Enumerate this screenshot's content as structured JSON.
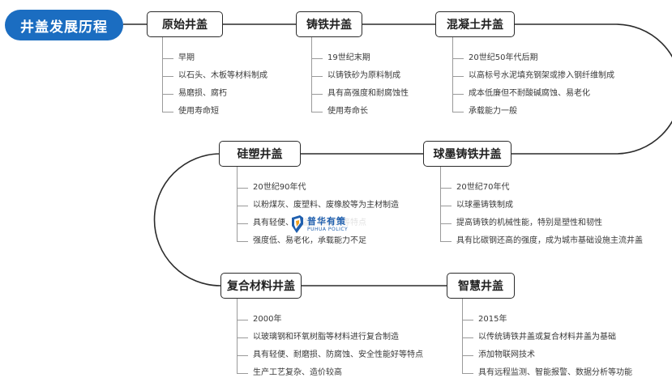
{
  "title": "井盖发展历程",
  "colors": {
    "title_bg": "#1b6dc1",
    "line": "#2b2b2b",
    "branch": "#9a9a9a"
  },
  "stages": [
    {
      "name": "原始井盖",
      "items": [
        "早期",
        "以石头、木板等材料制成",
        "易磨损、腐朽",
        "使用寿命短"
      ]
    },
    {
      "name": "铸铁井盖",
      "items": [
        "19世纪末期",
        "以铸铁砂为原料制成",
        "具有高强度和耐腐蚀性",
        "使用寿命长"
      ]
    },
    {
      "name": "混凝土井盖",
      "items": [
        "20世纪50年代后期",
        "以高标号水泥填充钢架或掺入钢纤维制成",
        "成本低廉但不耐酸碱腐蚀、易老化",
        "承载能力一般"
      ]
    },
    {
      "name": "球墨铸铁井盖",
      "items": [
        "20世纪70年代",
        "以球墨铸铁制成",
        "提高铸铁的机械性能，特别是塑性和韧性",
        "具有比碳钢还高的强度，成为城市基础设施主流井盖"
      ]
    },
    {
      "name": "硅塑井盖",
      "items": [
        "20世纪90年代",
        "以粉煤灰、废塑料、废橡胶等为主材制造",
        "具有轻便、防盗、耐腐蚀等特点",
        "强度低、易老化，承载能力不足"
      ]
    },
    {
      "name": "复合材料井盖",
      "items": [
        "2000年",
        "以玻璃钢和环氧树脂等材料进行复合制造",
        "具有轻便、耐磨损、防腐蚀、安全性能好等特点",
        "生产工艺复杂、造价较高"
      ]
    },
    {
      "name": "智慧井盖",
      "items": [
        "2015年",
        "以传统铸铁井盖或复合材料井盖为基础",
        "添加物联网技术",
        "具有远程监测、智能报警、数据分析等功能"
      ]
    }
  ],
  "watermark": {
    "cn": "普华有策",
    "en": "PUHUA POLICY",
    "icon": "puhua-logo-icon"
  }
}
